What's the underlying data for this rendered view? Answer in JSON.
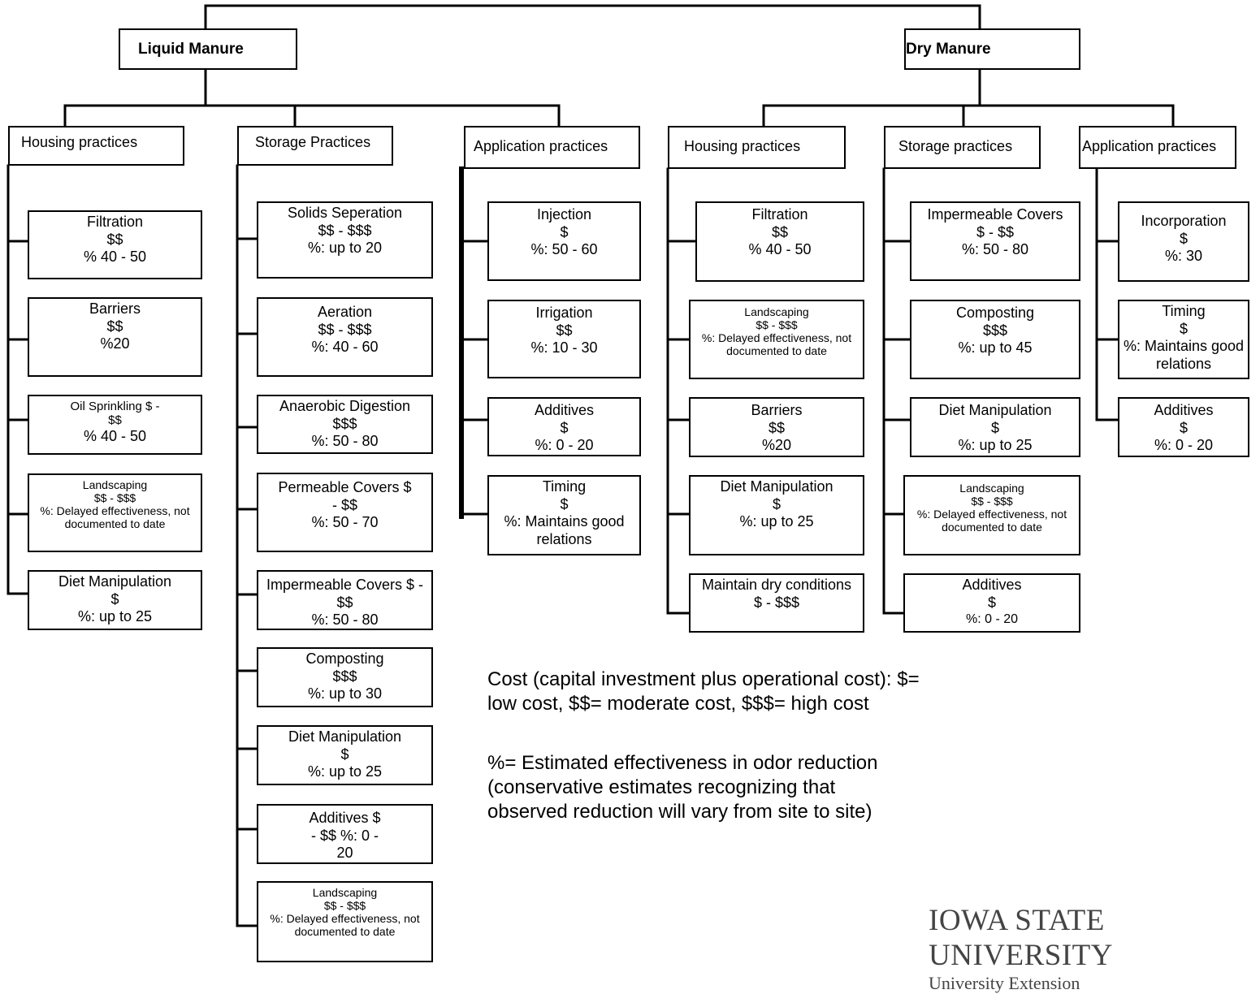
{
  "categories": {
    "liquid": "Liquid Manure",
    "dry": "Dry Manure"
  },
  "practices": {
    "liquid_housing": "Housing practices",
    "liquid_storage": "Storage Practices",
    "liquid_application": "Application practices",
    "dry_housing": "Housing practices",
    "dry_storage": "Storage practices",
    "dry_application": "Application practices"
  },
  "liquid_housing": [
    {
      "name": "Filtration",
      "cost": "$$",
      "eff": "% 40 - 50"
    },
    {
      "name": "Barriers",
      "cost": "$$",
      "eff": "%20"
    },
    {
      "name": "Oil Sprinkling $ -",
      "cost": "$$",
      "eff": "% 40 - 50"
    },
    {
      "name": "Landscaping",
      "cost": "$$ - $$$",
      "eff": "%: Delayed effectiveness, not documented to date"
    },
    {
      "name": "Diet Manipulation",
      "cost": "$",
      "eff": "%: up to 25"
    }
  ],
  "liquid_storage": [
    {
      "name": "Solids Seperation",
      "cost": "$$ - $$$",
      "eff": "%: up to 20"
    },
    {
      "name": "Aeration",
      "cost": "$$ - $$$",
      "eff": "%: 40 - 60"
    },
    {
      "name": "Anaerobic Digestion",
      "cost": "$$$",
      "eff": "%: 50 - 80"
    },
    {
      "name": "Permeable Covers $",
      "cost": "- $$",
      "eff": "%: 50 - 70"
    },
    {
      "name": "Impermeable Covers $ -",
      "cost": "$$",
      "eff": "%: 50 - 80"
    },
    {
      "name": "Composting",
      "cost": "$$$",
      "eff": "%: up to 30"
    },
    {
      "name": "Diet Manipulation",
      "cost": "$",
      "eff": "%: up to 25"
    },
    {
      "name": "Additives $",
      "cost": "- $$ %: 0 -",
      "eff": "20"
    },
    {
      "name": "Landscaping",
      "cost": "$$ - $$$",
      "eff": "%: Delayed effectiveness, not documented to date"
    }
  ],
  "liquid_application": [
    {
      "name": "Injection",
      "cost": "$",
      "eff": "%: 50 - 60"
    },
    {
      "name": "Irrigation",
      "cost": "$$",
      "eff": "%: 10 - 30"
    },
    {
      "name": "Additives",
      "cost": "$",
      "eff": "%: 0 - 20"
    },
    {
      "name": "Timing",
      "cost": "$",
      "eff": "%: Maintains good relations"
    }
  ],
  "dry_housing": [
    {
      "name": "Filtration",
      "cost": "$$",
      "eff": "% 40 - 50"
    },
    {
      "name": "Landscaping",
      "cost": "$$ - $$$",
      "eff": "%: Delayed effectiveness, not documented to date"
    },
    {
      "name": "Barriers",
      "cost": "$$",
      "eff": "%20"
    },
    {
      "name": "Diet Manipulation",
      "cost": "$",
      "eff": "%: up to 25"
    },
    {
      "name": "Maintain dry conditions",
      "cost": "$ - $$$",
      "eff": ""
    }
  ],
  "dry_storage": [
    {
      "name": "Impermeable Covers",
      "cost": "$ - $$",
      "eff": "%: 50 - 80"
    },
    {
      "name": "Composting",
      "cost": "$$$",
      "eff": "%: up to 45"
    },
    {
      "name": "Diet Manipulation",
      "cost": "$",
      "eff": "%: up to 25"
    },
    {
      "name": "Landscaping",
      "cost": "$$ - $$$",
      "eff": "%: Delayed effectiveness, not documented to date"
    },
    {
      "name": "Additives",
      "cost": "$",
      "eff": "%: 0 - 20"
    }
  ],
  "dry_application": [
    {
      "name": "Incorporation",
      "cost": "$",
      "eff": "%: 30"
    },
    {
      "name": "Timing",
      "cost": "$",
      "eff": "%: Maintains good relations"
    },
    {
      "name": "Additives",
      "cost": "$",
      "eff": "%: 0 - 20"
    }
  ],
  "legend": {
    "cost": "Cost (capital investment plus operational cost): $= low cost, $$= moderate cost, $$$= high cost",
    "effect": "%= Estimated effectiveness in odor reduction (conservative estimates recognizing that observed reduction will vary from site to site)"
  },
  "logo": {
    "main": "IOWA STATE UNIVERSITY",
    "sub": "University Extension"
  }
}
